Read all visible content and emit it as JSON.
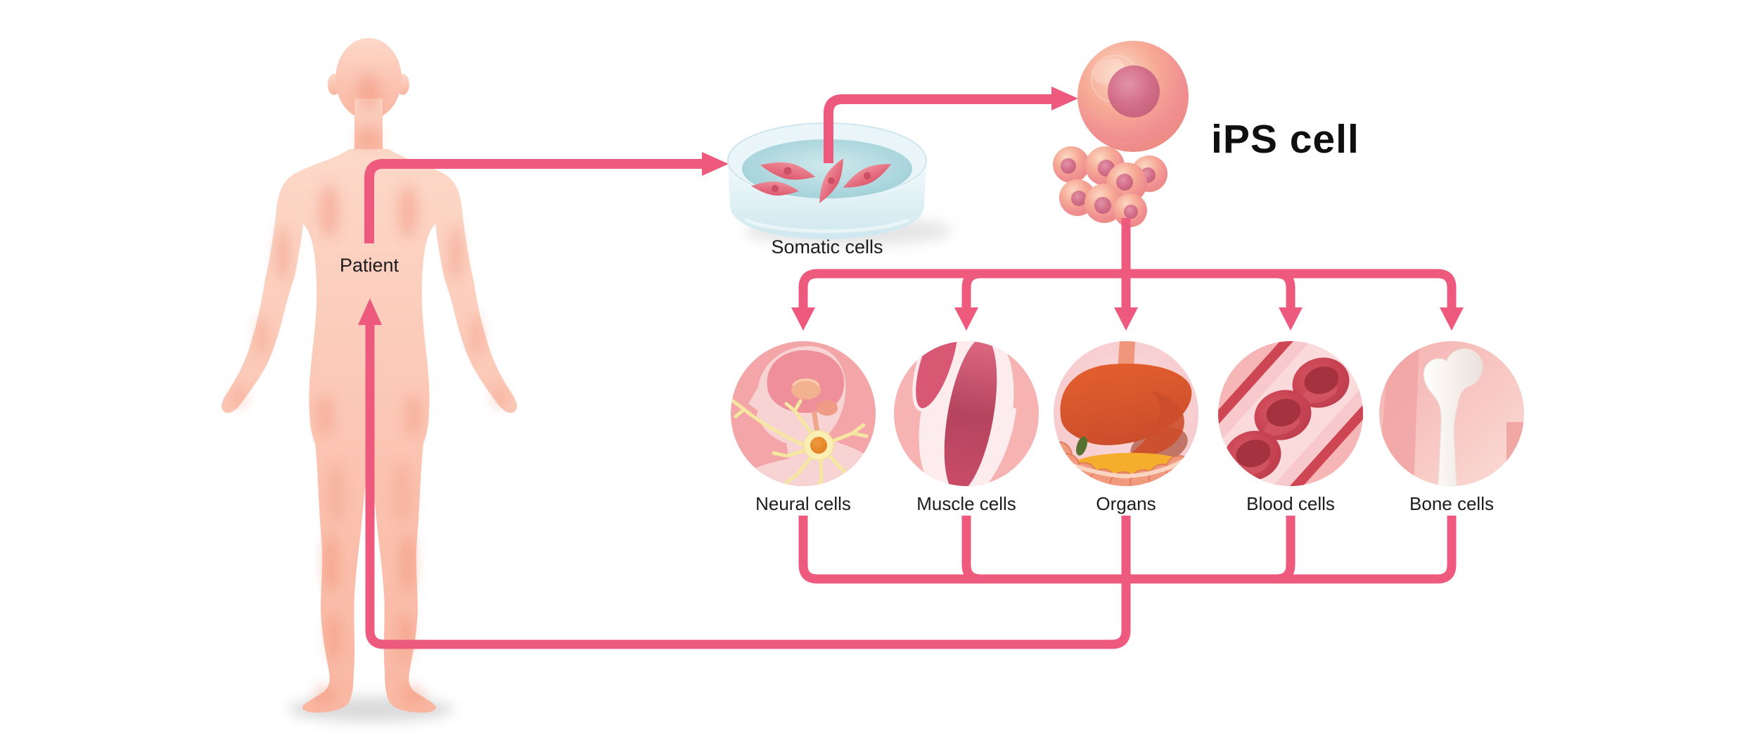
{
  "diagram": {
    "ips_label": "iPS cell",
    "patient_label": "Patient",
    "somatic_label": "Somatic cells",
    "cell_types": [
      {
        "label": "Neural cells",
        "icon": "neural-cells-icon"
      },
      {
        "label": "Muscle cells",
        "icon": "muscle-cells-icon"
      },
      {
        "label": "Organs",
        "icon": "organs-icon"
      },
      {
        "label": "Blood cells",
        "icon": "blood-cells-icon"
      },
      {
        "label": "Bone cells",
        "icon": "bone-cells-icon"
      }
    ],
    "colors": {
      "arrow": "#ee5a7d",
      "label-text": "#1c1c1c"
    }
  }
}
